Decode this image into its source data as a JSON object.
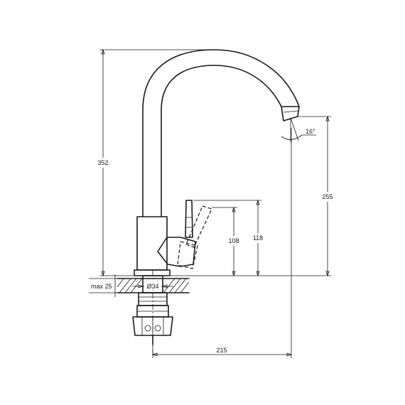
{
  "dimensions": {
    "total_height": "352",
    "spout_height": "255",
    "handle_high": "118",
    "handle_low": "108",
    "reach": "215",
    "mount_diameter": "Ø34",
    "max_thickness": "max 25",
    "spout_angle": "16°"
  }
}
